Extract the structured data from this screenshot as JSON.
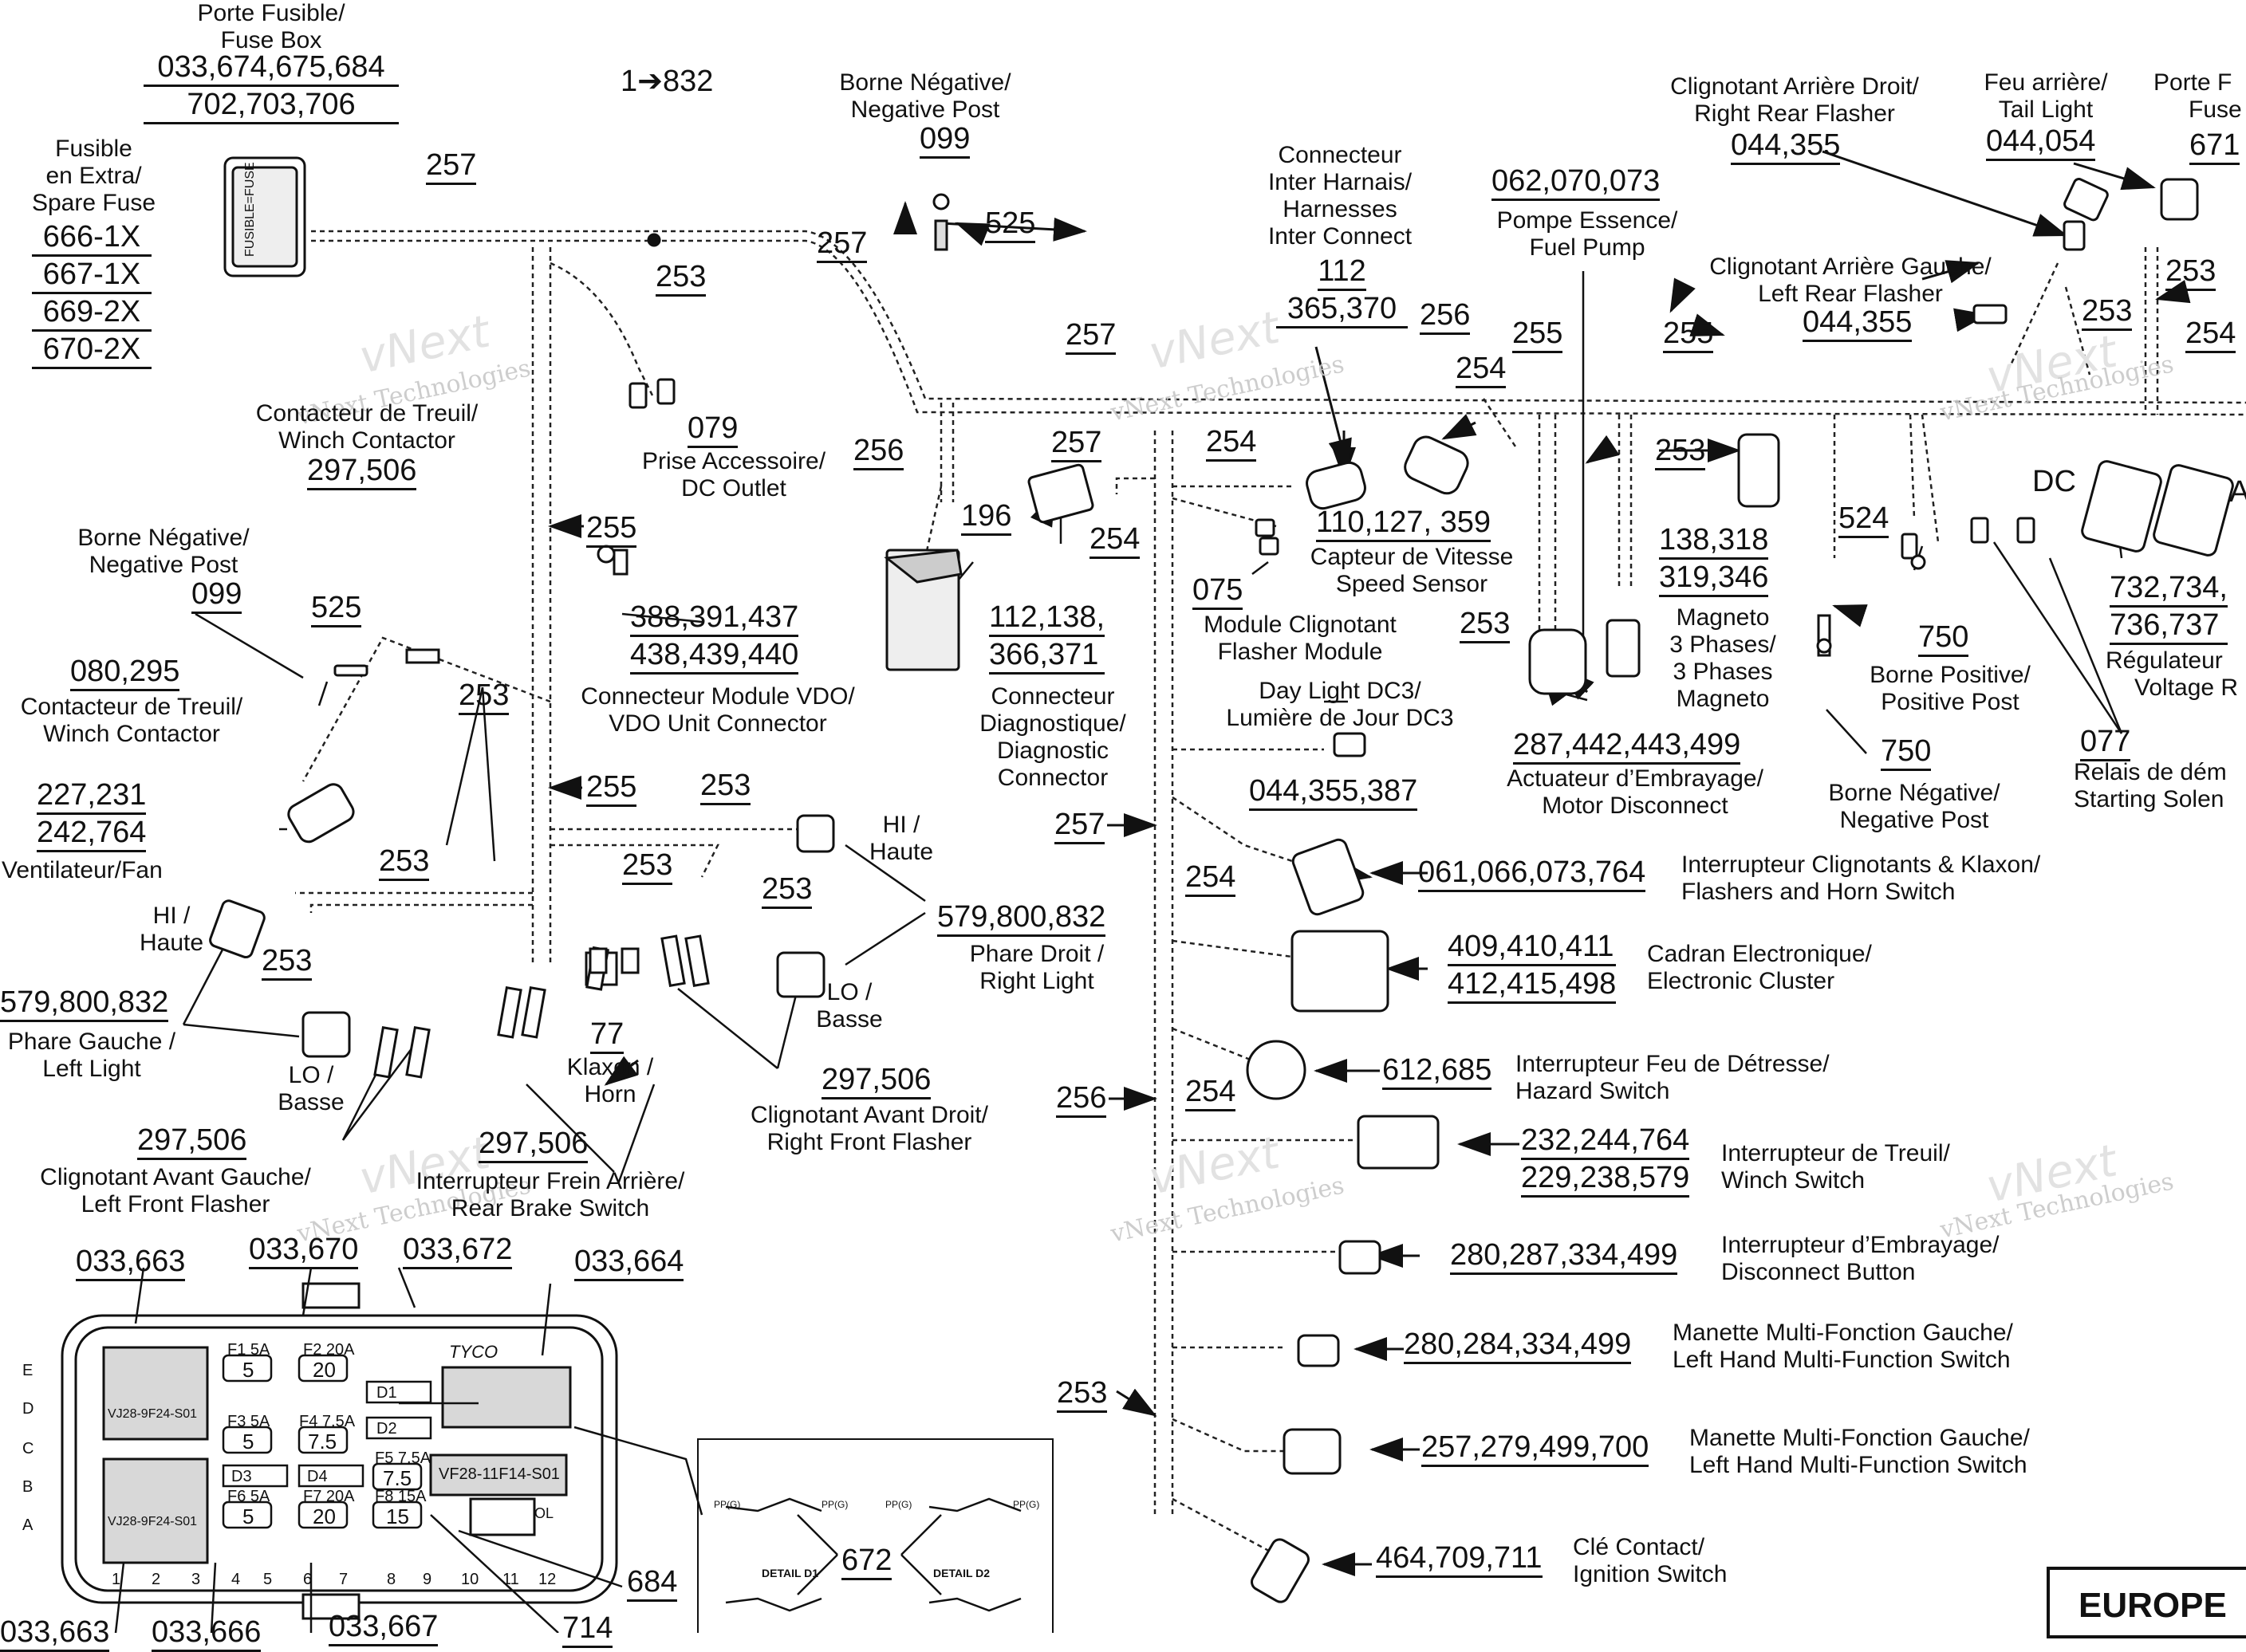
{
  "watermark": {
    "text": "vNext Technologies",
    "logo": "vNext"
  },
  "region_badge": "EUROPE",
  "fuse_box_top": {
    "title_fr": "Porte Fusible/",
    "title_en": "Fuse Box",
    "refs1": "033,674,675,684",
    "refs2": "702,703,706",
    "spare_fr": "Fusible",
    "spare_fr2": "en Extra/",
    "spare_en": "Spare Fuse",
    "spare_refs": [
      "666-1X",
      "667-1X",
      "669-2X",
      "670-2X"
    ]
  },
  "wire_labels": {
    "range": "1➔832",
    "w257a": "257",
    "w257b": "257",
    "w257c": "257",
    "w257d": "257",
    "w257e": "257",
    "w256a": "256",
    "w256b": "256",
    "w256c": "256",
    "w255a": "255",
    "w255b": "255",
    "w255c": "255",
    "w255d": "255",
    "w254a": "254",
    "w254b": "254",
    "w254c": "254",
    "w254d": "254",
    "w254e": "254",
    "w254f": "254",
    "w254g": "254",
    "w253a": "253",
    "w253b": "253",
    "w253c": "253",
    "w253d": "253",
    "w253e": "253",
    "w253f": "253",
    "w253g": "253",
    "w253h": "253",
    "w253i": "253",
    "w253j": "253",
    "w253k": "253",
    "w525a": "525",
    "w525b": "525"
  },
  "components": {
    "neg_post_top": {
      "fr": "Borne Négative/",
      "en": "Negative Post",
      "ref": "099"
    },
    "accessory": {
      "ref": "079",
      "fr": "Prise Accessoire/",
      "en": "DC Outlet"
    },
    "winch_contactor_top": {
      "fr": "Contacteur de Treuil/",
      "en": "Winch Contactor",
      "ref": "297,506"
    },
    "neg_post_left": {
      "fr": "Borne Négative/",
      "en": "Negative Post",
      "ref": "099"
    },
    "winch_contactor_left": {
      "ref": "080,295",
      "fr": "Contacteur de Treuil/",
      "en": "Winch Contactor"
    },
    "fan": {
      "ref1": "227,231",
      "ref2": "242,764",
      "label": "Ventilateur/Fan"
    },
    "left_light": {
      "hi_fr": "HI /",
      "hi_en": "Haute",
      "ref": "579,800,832",
      "fr": "Phare Gauche /",
      "en": "Left Light",
      "lo_fr": "LO /",
      "lo_en": "Basse"
    },
    "left_flasher": {
      "ref": "297,506",
      "fr": "Clignotant Avant Gauche/",
      "en": "Left Front Flasher"
    },
    "rear_brake": {
      "ref": "297,506",
      "fr": "Interrupteur Frein Arrière/",
      "en": "Rear Brake Switch"
    },
    "horn": {
      "ref": "77",
      "fr": "Klaxon /",
      "en": "Horn"
    },
    "right_flasher": {
      "ref": "297,506",
      "fr": "Clignotant Avant Droit/",
      "en": "Right Front Flasher"
    },
    "right_light": {
      "hi_fr": "HI /",
      "hi_en": "Haute",
      "ref": "579,800,832",
      "fr": "Phare Droit /",
      "en": "Right Light",
      "lo_fr": "LO /",
      "lo_en": "Basse"
    },
    "vdo": {
      "ref196": "196",
      "ref1": "388,391,437",
      "ref2": "438,439,440",
      "fr": "Connecteur Module VDO/",
      "en": "VDO Unit Connector"
    },
    "diag": {
      "ref1": "112,138,",
      "ref2": "366,371",
      "fr": "Connecteur",
      "fr2": "Diagnostique/",
      "en": "Diagnostic",
      "en2": "Connector"
    },
    "inter_harness": {
      "fr": "Connecteur",
      "fr2": "Inter Harnais/",
      "en": "Harnesses",
      "en2": "Inter Connect",
      "ref1": "112",
      "ref2": "365,370"
    },
    "speed_sensor": {
      "ref": "110,127, 359",
      "fr": "Capteur de Vitesse",
      "en": "Speed Sensor"
    },
    "flasher_module": {
      "ref": "075",
      "fr": "Module Clignotant",
      "en": "Flasher Module"
    },
    "fuel_pump": {
      "ref": "062,070,073",
      "fr": "Pompe Essence/",
      "en": "Fuel Pump"
    },
    "magneto": {
      "ref1": "138,318",
      "ref2": "319,346",
      "l1": "Magneto",
      "l2": "3 Phases/",
      "l3": "3 Phases",
      "l4": "Magneto"
    },
    "motor_disconnect": {
      "ref": "287,442,443,499",
      "fr": "Actuateur d’Embrayage/",
      "en": "Motor Disconnect"
    },
    "day_light": {
      "en": "Day Light DC3/",
      "fr": "Lumière de Jour DC3",
      "ref": "044,355,387"
    },
    "rr_flasher": {
      "fr": "Clignotant Arrière Droit/",
      "en": "Right Rear Flasher",
      "ref": "044,355"
    },
    "tail_light": {
      "fr": "Feu arrière/",
      "en": "Tail Light",
      "ref": "044,054"
    },
    "rear_fuse": {
      "fr": "Porte F",
      "en": "Fuse",
      "ref": "671"
    },
    "lr_flasher": {
      "fr": "Clignotant Arrière Gauche/",
      "en": "Left Rear Flasher",
      "ref": "044,355"
    },
    "pos_post": {
      "ref": "750",
      "fr": "Borne Positive/",
      "en": "Positive Post",
      "ref524": "524"
    },
    "neg_post_right": {
      "ref": "750",
      "fr": "Borne Négative/",
      "en": "Negative Post"
    },
    "starting_solenoid": {
      "ref": "077",
      "fr": "Relais de dém",
      "en": "Starting Solen"
    },
    "regulator": {
      "dc": "DC",
      "a": "A",
      "ref1": "732,734,",
      "ref2": "736,737",
      "fr": "Régulateur",
      "en": "Voltage R"
    },
    "flash_horn_sw": {
      "ref": "061,066,073,764",
      "fr": "Interrupteur Clignotants & Klaxon/",
      "en": "Flashers and Horn Switch"
    },
    "cluster": {
      "ref1": "409,410,411",
      "ref2": "412,415,498",
      "fr": "Cadran Electronique/",
      "en": "Electronic Cluster"
    },
    "hazard": {
      "ref": "612,685",
      "fr": "Interrupteur Feu de Détresse/",
      "en": "Hazard Switch"
    },
    "winch_sw": {
      "ref1": "232,244,764",
      "ref2": "229,238,579",
      "fr": "Interrupteur de Treuil/",
      "en": "Winch Switch"
    },
    "disconnect_btn": {
      "ref": "280,287,334,499",
      "fr": "Interrupteur d’Embrayage/",
      "en": "Disconnect Button"
    },
    "multi_sw_1": {
      "ref": "280,284,334,499",
      "fr": "Manette Multi-Fonction Gauche/",
      "en": "Left Hand Multi-Function Switch"
    },
    "multi_sw_2": {
      "ref": "257,279,499,700",
      "fr": "Manette Multi-Fonction Gauche/",
      "en": "Left Hand Multi-Function Switch"
    },
    "ignition": {
      "ref": "464,709,711",
      "fr": "Clé Contact/",
      "en": "Ignition Switch"
    }
  },
  "fuse_detail": {
    "refs_top": [
      "033,663",
      "033,670",
      "033,672",
      "033,664"
    ],
    "refs_bottom": [
      "033,663",
      "033,666",
      "033,667",
      "714",
      "684"
    ],
    "rows": [
      "E",
      "D",
      "C",
      "B",
      "A"
    ],
    "cols": [
      "1",
      "2",
      "3",
      "4",
      "5",
      "6",
      "7",
      "8",
      "9",
      "10",
      "11",
      "12"
    ],
    "fuses": [
      "F1 5A",
      "F2 20A",
      "F3 5A",
      "F4 7.5A",
      "F5 7.5A",
      "F6 5A",
      "F7 20A",
      "F8 15A"
    ],
    "fuse_vals": [
      "5",
      "20",
      "5",
      "7.5",
      "7.5",
      "5",
      "20",
      "15"
    ],
    "diodes": [
      "D1",
      "D2",
      "D3",
      "D4"
    ],
    "tyco": "TYCO",
    "part_a": "VJ28-9F24-S01",
    "part_b": "VF28-11F14-S01",
    "relay_ref": "672",
    "detail_d1": "DETAIL D1",
    "detail_d2": "DETAIL D2",
    "relay_tag": "PP(G)",
    "ol": "OL"
  }
}
